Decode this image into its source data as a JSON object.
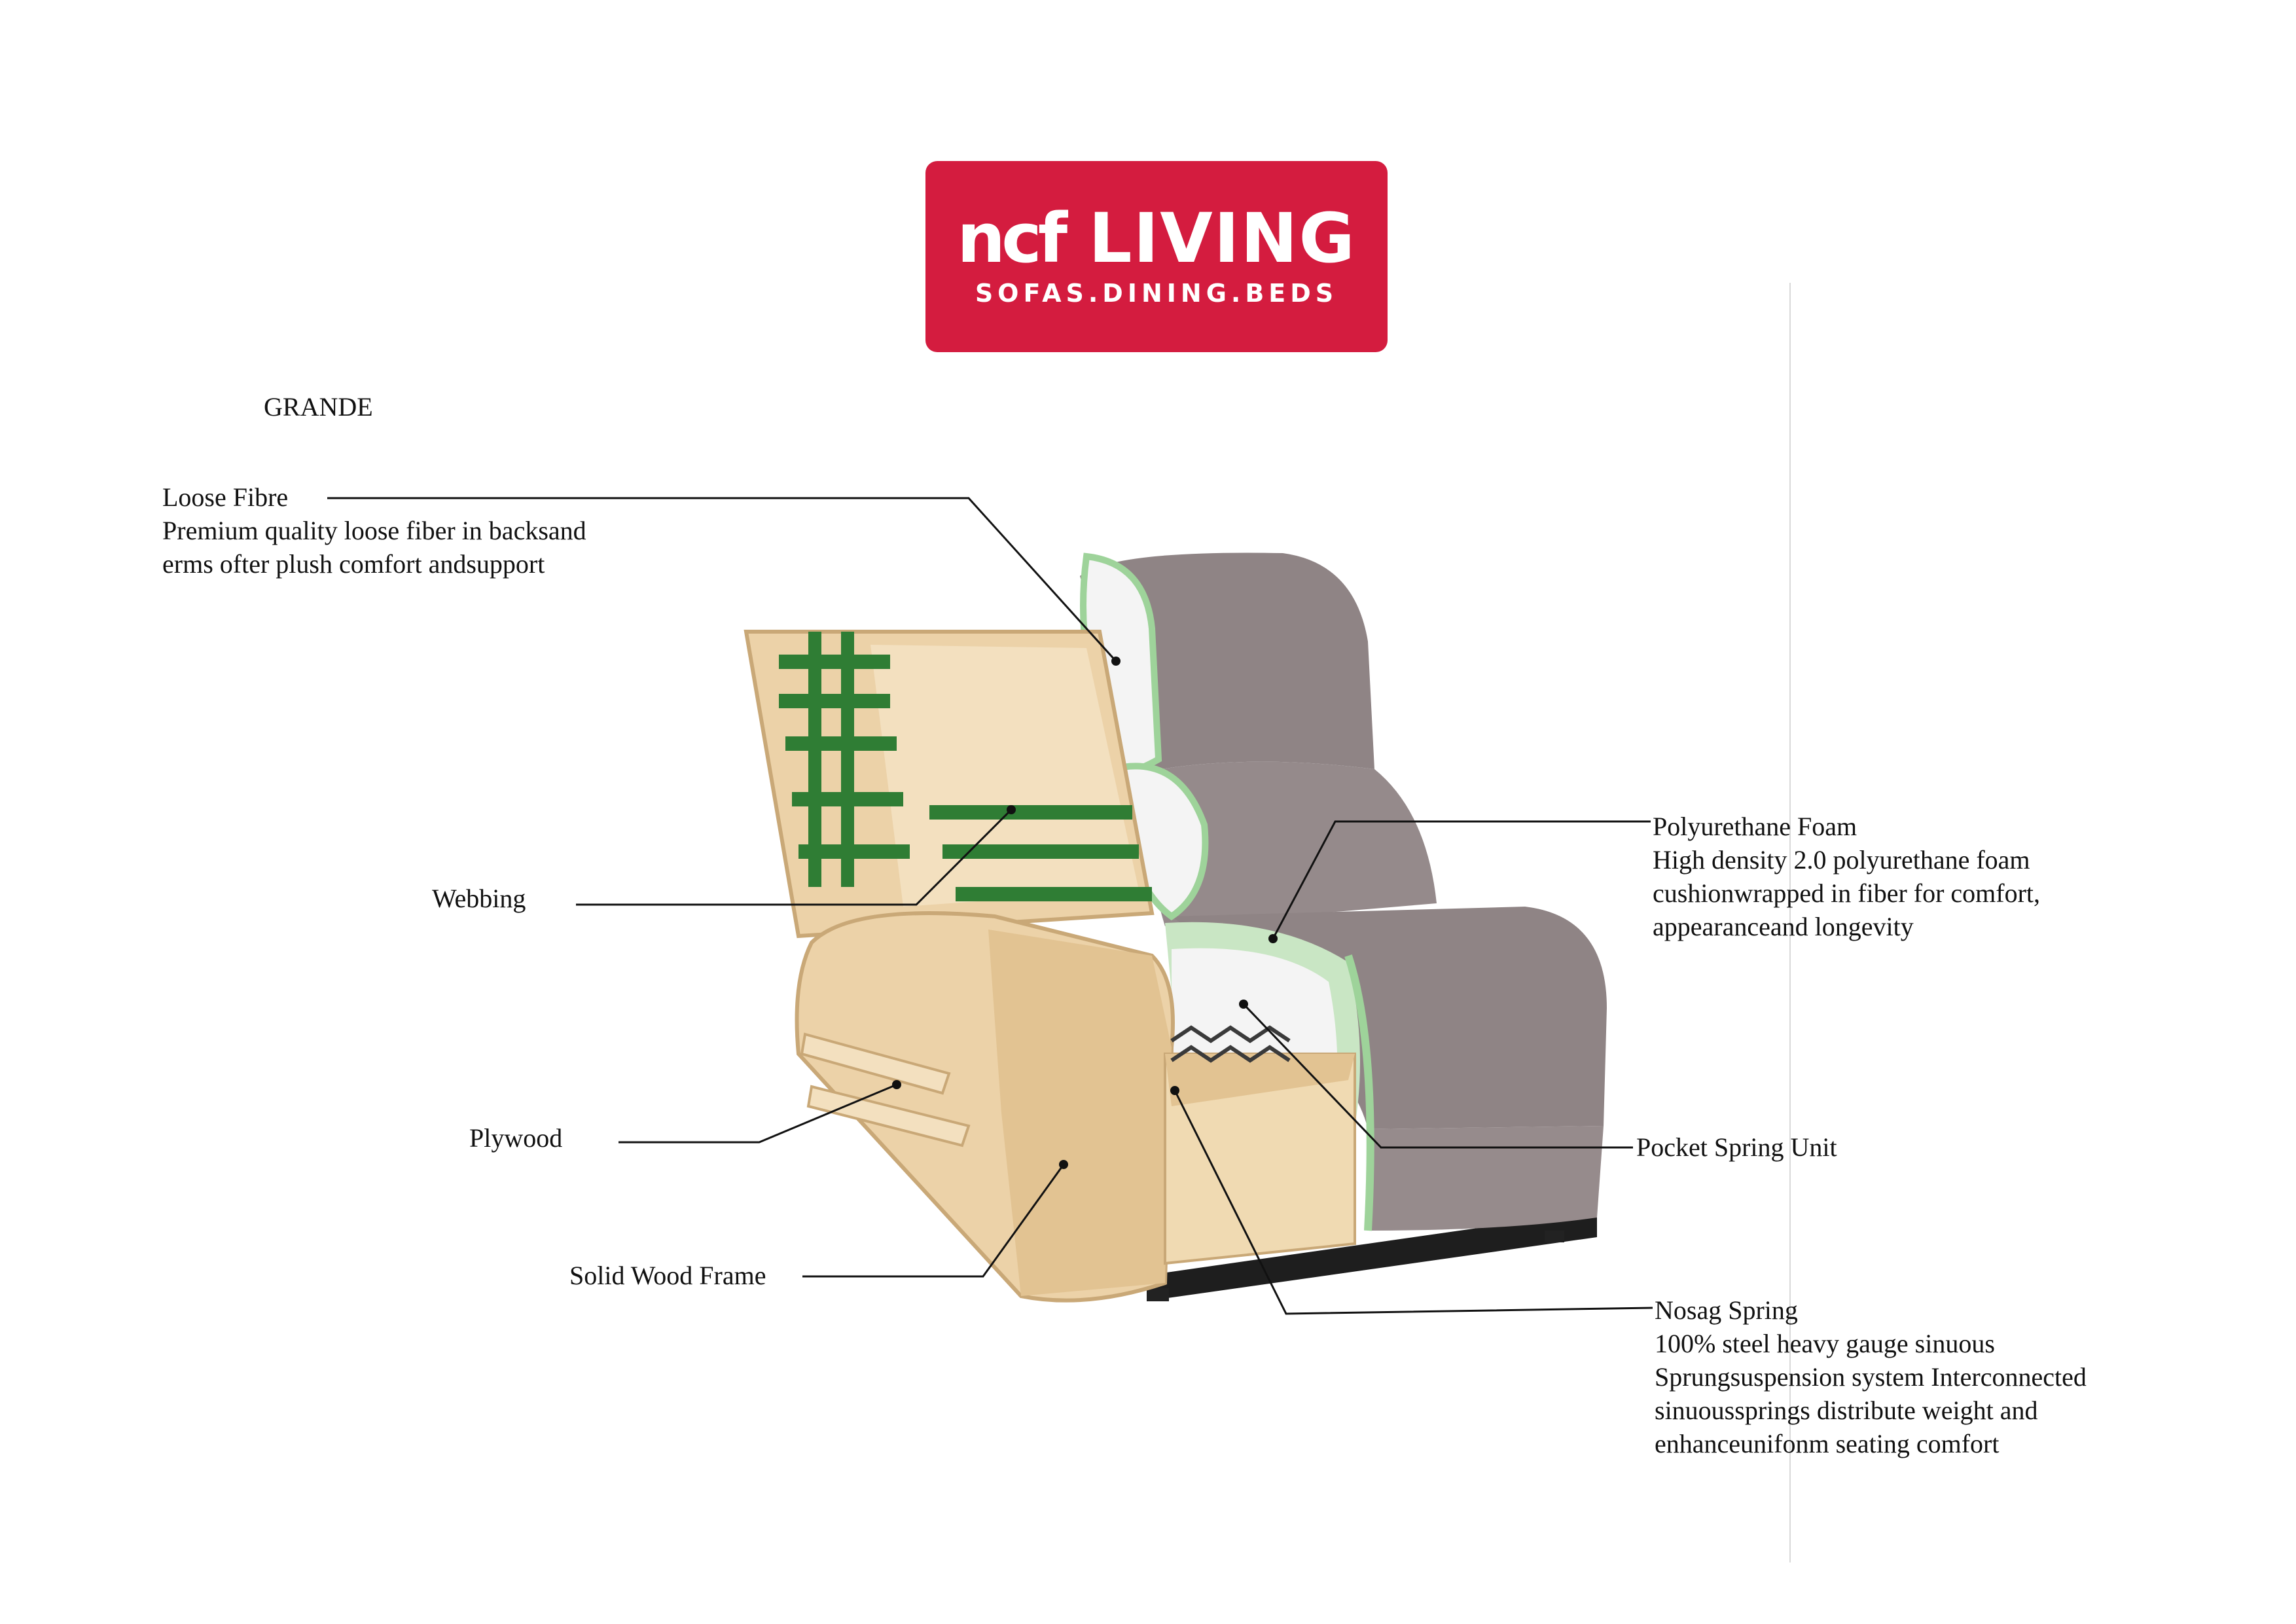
{
  "logo": {
    "brand": "ncf",
    "word": "LIVING",
    "tagline": "SOFAS.DINING.BEDS",
    "color": "#d41c3f"
  },
  "product_name": "GRANDE",
  "callouts": {
    "loose_fibre": {
      "title": "Loose Fibre",
      "lines": [
        "Premium quality loose fiber in backsand",
        "erms ofter plush comfort andsupport"
      ]
    },
    "webbing": {
      "title": "Webbing"
    },
    "plywood": {
      "title": "Plywood"
    },
    "solid_wood_frame": {
      "title": "Solid Wood Frame"
    },
    "polyurethane_foam": {
      "title": "Polyurethane Foam",
      "lines": [
        "High density 2.0 polyurethane foam",
        "cushionwrapped in fiber for comfort,",
        "appearanceand longevity"
      ]
    },
    "pocket_spring_unit": {
      "title": "Pocket Spring Unit"
    },
    "nosag_spring": {
      "title": "Nosag Spring",
      "lines": [
        "100% steel heavy gauge sinuous",
        "Sprungsuspension system Interconnected",
        "sinuoussprings distribute weight and",
        "enhanceunifonm seating comfort"
      ]
    }
  },
  "colors": {
    "upholstery": "#8f8485",
    "wood": "#ecd2a8",
    "webbing": "#2f7d34",
    "foam_edge": "#9ed39a",
    "fibre": "#f4f4f4"
  }
}
